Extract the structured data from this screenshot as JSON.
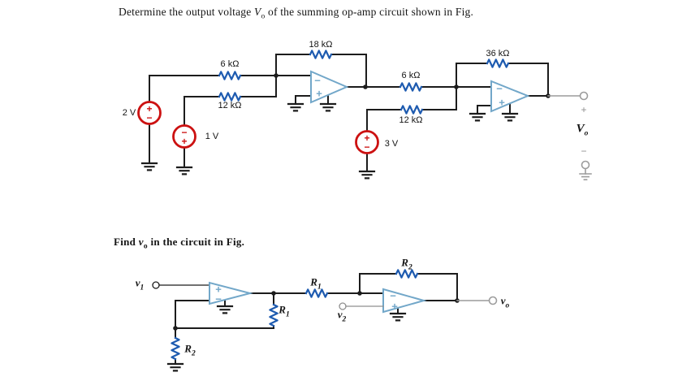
{
  "title": {
    "pre": "Determine the output voltage ",
    "sym": "V",
    "sub": "o",
    "post": " of the summing op-amp circuit shown in Fig."
  },
  "caption": {
    "pre": "Find ",
    "sym": "v",
    "sub": "o",
    "post": " in the circuit in Fig."
  },
  "sym": {
    "plus": "+",
    "minus": "−"
  },
  "colors": {
    "wire": "#1c1c1c",
    "resistor": "#1e5bb0",
    "opamp": "#72a7c9",
    "source": "#cc1111",
    "lead": "#9c9c9c"
  },
  "top_circuit": {
    "r6k_input": "6 kΩ",
    "r18k_feedback": "18 kΩ",
    "r12k_input": "12 kΩ",
    "source_2v": "2 V",
    "source_1v": "1 V",
    "r6k_mid": "6 kΩ",
    "r36k_feedback": "36 kΩ",
    "r12k_mid": "12 kΩ",
    "source_3v": "3 V",
    "vo": {
      "sym": "V",
      "sub": "o"
    }
  },
  "bottom_circuit": {
    "v1": {
      "sym": "v",
      "sub": "1"
    },
    "v2": {
      "sym": "v",
      "sub": "2"
    },
    "vo": {
      "sym": "v",
      "sub": "o"
    },
    "r1_series": {
      "sym": "R",
      "sub": "1"
    },
    "r1_shunt": {
      "sym": "R",
      "sub": "1"
    },
    "r2_feedback": {
      "sym": "R",
      "sub": "2"
    },
    "r2_ground": {
      "sym": "R",
      "sub": "2"
    }
  }
}
